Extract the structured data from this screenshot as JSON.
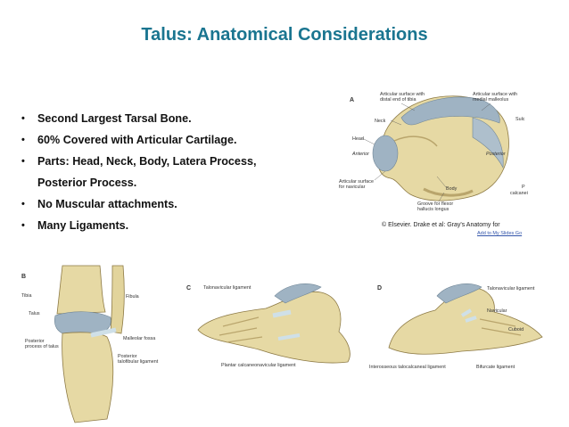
{
  "title": "Talus: Anatomical Considerations",
  "bullets": [
    "Second Largest Tarsal Bone.",
    "60% Covered with Articular Cartilage.",
    "Parts: Head, Neck, Body, Latera Process,",
    "Posterior Process.",
    "No Muscular attachments.",
    "Many Ligaments."
  ],
  "figure_a": {
    "letter": "A",
    "labels": {
      "art_tibia": "Articular surface with\ndistal end of tibia",
      "art_malleolus": "Articular surface with\nmedial malleolus",
      "sulc": "Sulc",
      "neck": "Neck",
      "head": "Head",
      "anterior": "Anterior",
      "posterior": "Posterior",
      "art_navicular": "Articular surface\nfor navicular",
      "body": "Body",
      "groove": "Groove for flexor\nhallucis longus",
      "p": "P",
      "calcanei": "calcanei"
    },
    "copyright": "© Elsevier. Drake et al: Gray's Anatomy for",
    "add_link": "Add to My Slides  Go"
  },
  "figure_b": {
    "letter": "B",
    "labels": {
      "tibia": "Tibia",
      "fibula": "Fibula",
      "talus": "Talus",
      "malleolar_fossa": "Malleolar fossa",
      "posterior_process": "Posterior\nprocess of talus",
      "posterior_ligament": "Posterior\ntalofibular ligament"
    }
  },
  "figure_c": {
    "letter": "C",
    "labels": {
      "talonavicular": "Talonavicular ligament",
      "plantar": "Plantar calcaneonavicular ligament"
    }
  },
  "figure_d": {
    "letter": "D",
    "labels": {
      "talonavicular": "Talonavicular ligament",
      "navicular": "Navicular",
      "cuboid": "Cuboid",
      "interosseous": "Interosseous talocalcaneal ligament",
      "bifurcate": "Bifurcate ligament"
    }
  },
  "colors": {
    "title": "#1a7590",
    "bone": "#e6d9a4",
    "bone_shadow": "#b9a56c",
    "cartilage": "#9fb3c3",
    "ligament": "#cfe0e8"
  }
}
